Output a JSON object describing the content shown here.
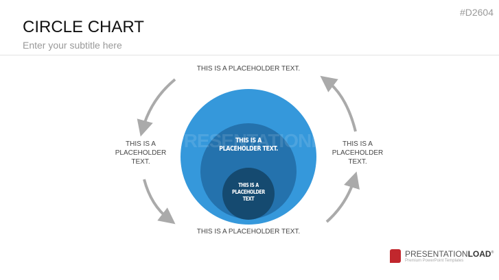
{
  "header": {
    "title": "CIRCLE CHART",
    "subtitle": "Enter your subtitle here",
    "code": "#D2604"
  },
  "labels": {
    "top": "THIS IS A PLACEHOLDER TEXT.",
    "bottom": "THIS IS A PLACEHOLDER TEXT.",
    "left": "THIS IS A\nPLACEHOLDER\nTEXT.",
    "right": "THIS IS A\nPLACEHOLDER\nTEXT."
  },
  "circles": {
    "outer_color": "#3598db",
    "middle_color": "#2472ad",
    "inner_color": "#154a70",
    "middle_text": "THIS IS A\nPLACEHOLDER TEXT.",
    "inner_text": "THIS IS A\nPLACEHOLDER\nTEXT"
  },
  "watermark": "PRESENTATIONLOAD",
  "logo": {
    "name_light": "PRESENTATION",
    "name_bold": "LOAD",
    "reg": "®",
    "tagline": "Premium PowerPoint Templates"
  }
}
